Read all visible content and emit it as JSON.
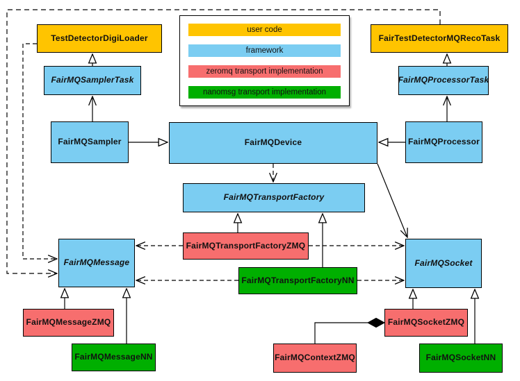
{
  "legend": {
    "items": [
      {
        "label": "user code",
        "color": "#FFC400"
      },
      {
        "label": "framework",
        "color": "#7BCDF2"
      },
      {
        "label": "zeromq transport implementation",
        "color": "#F76E6E"
      },
      {
        "label": "nanomsg transport implementation",
        "color": "#00AF00"
      }
    ]
  },
  "nodes": [
    {
      "label": "TestDetectorDigiLoader",
      "category": "user code",
      "abstract": false
    },
    {
      "label": "FairTestDetectorMQRecoTask",
      "category": "user code",
      "abstract": false
    },
    {
      "label": "FairMQSamplerTask",
      "category": "framework",
      "abstract": true
    },
    {
      "label": "FairMQProcessorTask",
      "category": "framework",
      "abstract": true
    },
    {
      "label": "FairMQSampler",
      "category": "framework",
      "abstract": false
    },
    {
      "label": "FairMQDevice",
      "category": "framework",
      "abstract": false
    },
    {
      "label": "FairMQProcessor",
      "category": "framework",
      "abstract": false
    },
    {
      "label": "FairMQTransportFactory",
      "category": "framework",
      "abstract": true
    },
    {
      "label": "FairMQTransportFactoryZMQ",
      "category": "zeromq transport implementation",
      "abstract": false
    },
    {
      "label": "FairMQTransportFactoryNN",
      "category": "nanomsg transport implementation",
      "abstract": false
    },
    {
      "label": "FairMQMessage",
      "category": "framework",
      "abstract": true
    },
    {
      "label": "FairMQSocket",
      "category": "framework",
      "abstract": true
    },
    {
      "label": "FairMQMessageZMQ",
      "category": "zeromq transport implementation",
      "abstract": false
    },
    {
      "label": "FairMQMessageNN",
      "category": "nanomsg transport implementation",
      "abstract": false
    },
    {
      "label": "FairMQContextZMQ",
      "category": "zeromq transport implementation",
      "abstract": false
    },
    {
      "label": "FairMQSocketZMQ",
      "category": "zeromq transport implementation",
      "abstract": false
    },
    {
      "label": "FairMQSocketNN",
      "category": "nanomsg transport implementation",
      "abstract": false
    }
  ],
  "relationships": [
    {
      "from": "FairMQSamplerTask",
      "to": "TestDetectorDigiLoader",
      "kind": "inheritance"
    },
    {
      "from": "FairMQProcessorTask",
      "to": "FairTestDetectorMQRecoTask",
      "kind": "inheritance"
    },
    {
      "from": "FairMQSampler",
      "to": "FairMQDevice",
      "kind": "inheritance"
    },
    {
      "from": "FairMQProcessor",
      "to": "FairMQDevice",
      "kind": "inheritance"
    },
    {
      "from": "FairMQSampler",
      "to": "FairMQSamplerTask",
      "kind": "association"
    },
    {
      "from": "FairMQProcessor",
      "to": "FairMQProcessorTask",
      "kind": "association"
    },
    {
      "from": "FairMQDevice",
      "to": "FairMQSocket",
      "kind": "association"
    },
    {
      "from": "FairMQDevice",
      "to": "FairMQTransportFactory",
      "kind": "dependency"
    },
    {
      "from": "FairMQTransportFactoryZMQ",
      "to": "FairMQTransportFactory",
      "kind": "inheritance"
    },
    {
      "from": "FairMQTransportFactoryNN",
      "to": "FairMQTransportFactory",
      "kind": "inheritance"
    },
    {
      "from": "FairMQTransportFactoryZMQ",
      "to": "FairMQMessage",
      "kind": "dependency"
    },
    {
      "from": "FairMQTransportFactoryZMQ",
      "to": "FairMQSocket",
      "kind": "dependency"
    },
    {
      "from": "FairMQTransportFactoryNN",
      "to": "FairMQMessage",
      "kind": "dependency"
    },
    {
      "from": "FairMQTransportFactoryNN",
      "to": "FairMQSocket",
      "kind": "dependency"
    },
    {
      "from": "TestDetectorDigiLoader",
      "to": "FairMQMessage",
      "kind": "dependency"
    },
    {
      "from": "FairTestDetectorMQRecoTask",
      "to": "FairMQMessage",
      "kind": "dependency"
    },
    {
      "from": "FairMQMessageZMQ",
      "to": "FairMQMessage",
      "kind": "inheritance"
    },
    {
      "from": "FairMQMessageNN",
      "to": "FairMQMessage",
      "kind": "inheritance"
    },
    {
      "from": "FairMQSocketZMQ",
      "to": "FairMQSocket",
      "kind": "inheritance"
    },
    {
      "from": "FairMQSocketNN",
      "to": "FairMQSocket",
      "kind": "inheritance"
    },
    {
      "from": "FairMQSocketZMQ",
      "to": "FairMQContextZMQ",
      "kind": "composition"
    }
  ]
}
